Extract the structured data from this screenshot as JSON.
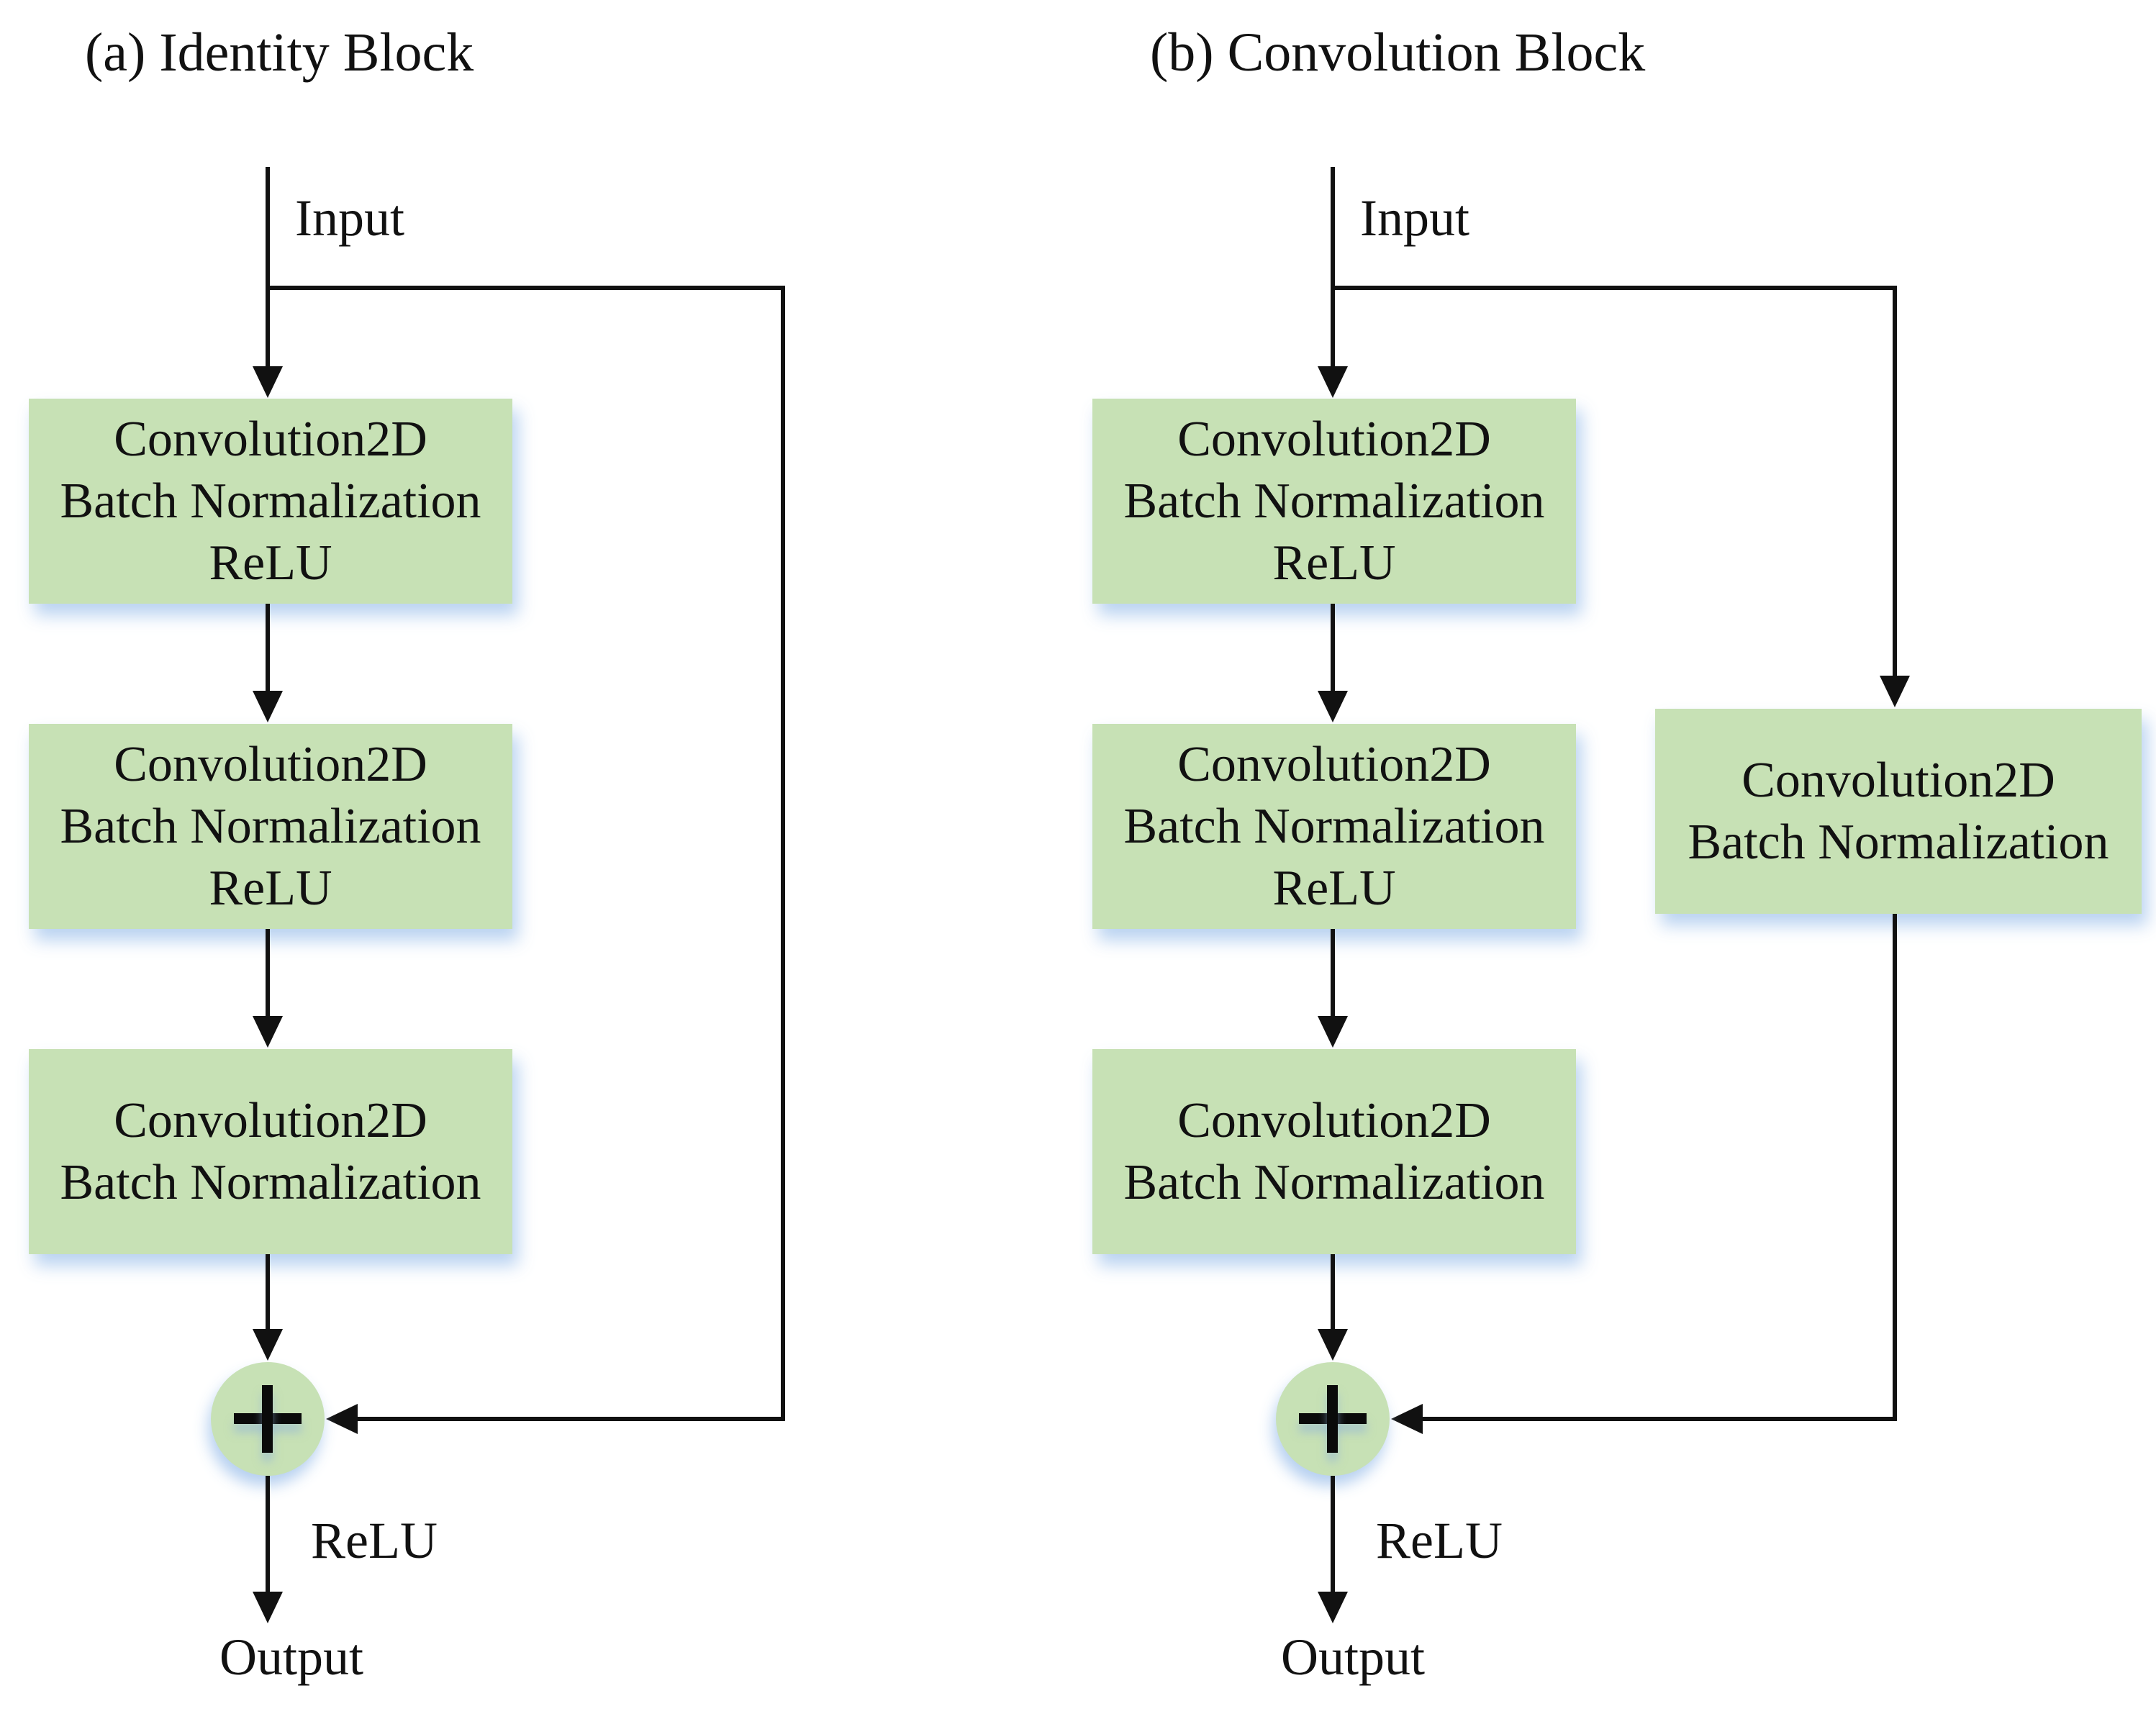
{
  "colors": {
    "box_fill": "#c7e1b5",
    "shadow_tint": "#aecbec",
    "line": "#111111",
    "text": "#111111",
    "background": "#ffffff"
  },
  "diagram_a": {
    "title": "(a) Identity Block",
    "labels": {
      "input": "Input",
      "output": "Output",
      "relu": "ReLU",
      "plus_symbol": "+"
    },
    "boxes": [
      {
        "lines": [
          "Convolution2D",
          "Batch Normalization",
          "ReLU"
        ]
      },
      {
        "lines": [
          "Convolution2D",
          "Batch Normalization",
          "ReLU"
        ]
      },
      {
        "lines": [
          "Convolution2D",
          "Batch Normalization"
        ]
      }
    ]
  },
  "diagram_b": {
    "title": "(b) Convolution Block",
    "labels": {
      "input": "Input",
      "output": "Output",
      "relu": "ReLU",
      "plus_symbol": "+"
    },
    "boxes": [
      {
        "lines": [
          "Convolution2D",
          "Batch Normalization",
          "ReLU"
        ]
      },
      {
        "lines": [
          "Convolution2D",
          "Batch Normalization",
          "ReLU"
        ]
      },
      {
        "lines": [
          "Convolution2D",
          "Batch Normalization"
        ]
      }
    ],
    "shortcut_box": {
      "lines": [
        "Convolution2D",
        "Batch Normalization"
      ]
    }
  }
}
